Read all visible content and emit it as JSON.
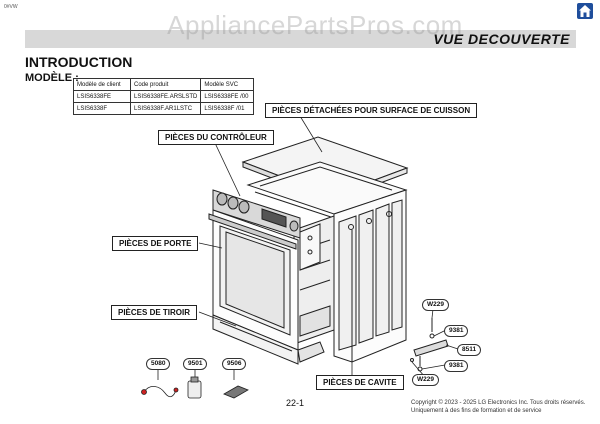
{
  "header": {
    "corner_code": "0#VW",
    "watermark": "AppliancePartsPros.com",
    "banner_title": "VUE DECOUVERTE"
  },
  "intro": {
    "title": "INTRODUCTION",
    "modele_label": "MODÈLE :"
  },
  "model_table": {
    "headers": [
      "Modèle de client",
      "Code produit",
      "Modèle SVC"
    ],
    "rows": [
      [
        "LSIS6338FE",
        "LSIS6338FE.ARSLSTD",
        "LSIS6338FE  /00"
      ],
      [
        "LSIS6338F",
        "LSIS6338F.AR1LSTC",
        "LSIS6338F  /01"
      ]
    ]
  },
  "callouts": {
    "cooktop": "PIÈCES DÉTACHÉES POUR SURFACE DE CUISSON",
    "controller": "PIÈCES DU CONTRÔLEUR",
    "door": "PIÈCES DE PORTE",
    "drawer": "PIÈCES DE TIROIR",
    "cavity": "PIÈCES DE CAVITE"
  },
  "part_numbers": {
    "p5080": "5080",
    "p9501": "9501",
    "p9506": "9506",
    "w229_top": "W229",
    "p9381_top": "9381",
    "p8511": "8511",
    "p9381_bottom": "9381",
    "w229_bottom": "W229"
  },
  "footer": {
    "page_number": "22-1",
    "copyright_line1": "Copyright © 2023 - 2025 LG Electronics Inc. Tous droits réservés.",
    "copyright_line2": "Uniquement à des fins de formation et de service"
  },
  "icons": {
    "home": "home-icon"
  }
}
